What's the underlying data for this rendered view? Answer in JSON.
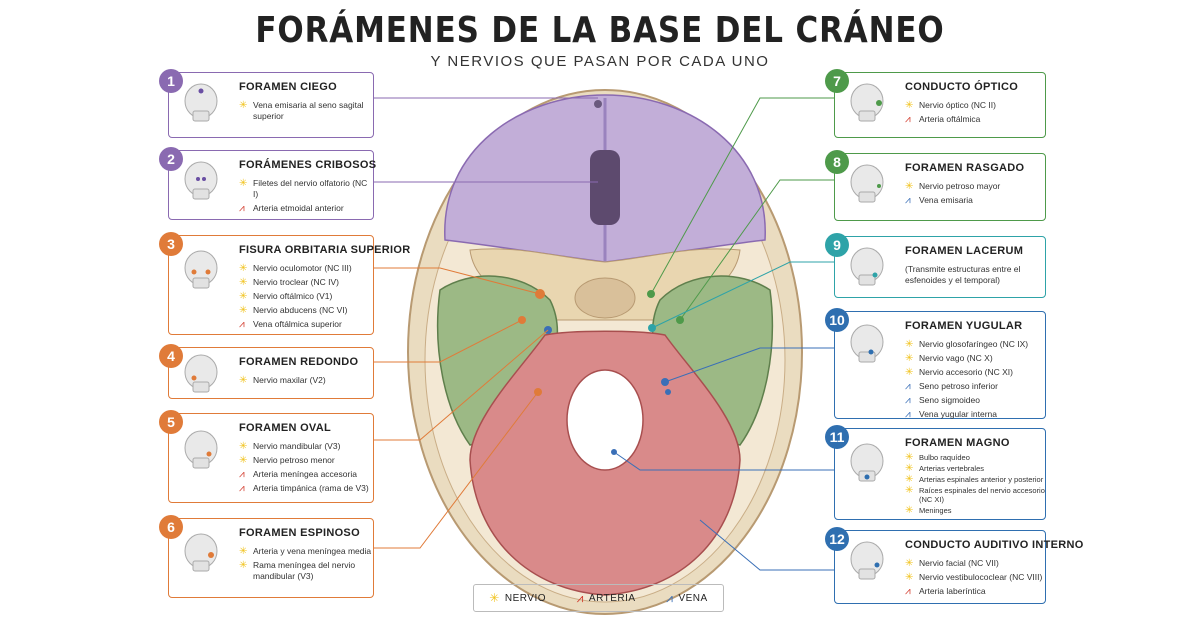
{
  "title": "FORÁMENES DE LA BASE DEL CRÁNEO",
  "subtitle": "Y NERVIOS QUE PASAN POR CADA UNO",
  "colors": {
    "nervio": "#f1c21b",
    "arteria": "#d23a2c",
    "vena": "#3a6fb7"
  },
  "cards": [
    {
      "num": "1",
      "title": "FORAMEN CIEGO",
      "color": "#8a6ab1",
      "items": [
        {
          "type": "nervio",
          "text": "Vena emisaria al seno sagital superior"
        }
      ]
    },
    {
      "num": "2",
      "title": "FORÁMENES CRIBOSOS",
      "color": "#8a6ab1",
      "items": [
        {
          "type": "nervio",
          "text": "Filetes del nervio olfatorio (NC I)"
        },
        {
          "type": "arteria",
          "text": "Arteria etmoidal anterior"
        }
      ]
    },
    {
      "num": "3",
      "title": "FISURA ORBITARIA SUPERIOR",
      "color": "#e07b39",
      "items": [
        {
          "type": "nervio",
          "text": "Nervio oculomotor (NC III)"
        },
        {
          "type": "nervio",
          "text": "Nervio troclear (NC IV)"
        },
        {
          "type": "nervio",
          "text": "Nervio oftálmico (V1)"
        },
        {
          "type": "nervio",
          "text": "Nervio abducens (NC VI)"
        },
        {
          "type": "arteria",
          "text": "Vena oftálmica superior"
        }
      ]
    },
    {
      "num": "4",
      "title": "FORAMEN REDONDO",
      "color": "#e07b39",
      "items": [
        {
          "type": "nervio",
          "text": "Nervio maxilar (V2)"
        }
      ]
    },
    {
      "num": "5",
      "title": "FORAMEN OVAL",
      "color": "#e07b39",
      "items": [
        {
          "type": "nervio",
          "text": "Nervio mandibular (V3)"
        },
        {
          "type": "nervio",
          "text": "Nervio petroso menor"
        },
        {
          "type": "arteria",
          "text": "Arteria meníngea accesoria"
        },
        {
          "type": "arteria",
          "text": "Arteria timpánica (rama de V3)"
        }
      ]
    },
    {
      "num": "6",
      "title": "FORAMEN ESPINOSO",
      "color": "#e07b39",
      "items": [
        {
          "type": "nervio",
          "text": "Arteria y vena meníngea media"
        },
        {
          "type": "nervio",
          "text": "Rama meníngea del nervio mandibular (V3)"
        }
      ]
    },
    {
      "num": "7",
      "title": "CONDUCTO ÓPTICO",
      "color": "#4e9a4a",
      "items": [
        {
          "type": "nervio",
          "text": "Nervio óptico (NC II)"
        },
        {
          "type": "arteria",
          "text": "Arteria oftálmica"
        }
      ]
    },
    {
      "num": "8",
      "title": "FORAMEN RASGADO",
      "color": "#4e9a4a",
      "items": [
        {
          "type": "nervio",
          "text": "Nervio petroso mayor"
        },
        {
          "type": "vena",
          "text": "Vena emisaria"
        }
      ]
    },
    {
      "num": "9",
      "title": "FORAMEN LACERUM",
      "color": "#2ea3a8",
      "items": [
        {
          "type": "none",
          "text": "(Transmite estructuras entre el esfenoides y el temporal)"
        }
      ]
    },
    {
      "num": "10",
      "title": "FORAMEN YUGULAR",
      "color": "#2f6fb0",
      "items": [
        {
          "type": "nervio",
          "text": "Nervio glosofaríngeo (NC IX)"
        },
        {
          "type": "nervio",
          "text": "Nervio vago (NC X)"
        },
        {
          "type": "nervio",
          "text": "Nervio accesorio (NC XI)"
        },
        {
          "type": "vena",
          "text": "Seno petroso inferior"
        },
        {
          "type": "vena",
          "text": "Seno sigmoideo"
        },
        {
          "type": "vena",
          "text": "Vena yugular interna"
        }
      ]
    },
    {
      "num": "11",
      "title": "FORAMEN MAGNO",
      "color": "#2f6fb0",
      "items": [
        {
          "type": "nervio",
          "text": "Bulbo raquídeo"
        },
        {
          "type": "nervio",
          "text": "Arterias vertebrales"
        },
        {
          "type": "nervio",
          "text": "Arterias espinales anterior y posterior"
        },
        {
          "type": "nervio",
          "text": "Raíces espinales del nervio accesorio (NC XI)"
        },
        {
          "type": "nervio",
          "text": "Meninges"
        }
      ]
    },
    {
      "num": "12",
      "title": "CONDUCTO AUDITIVO INTERNO",
      "color": "#2f6fb0",
      "items": [
        {
          "type": "nervio",
          "text": "Nervio facial (NC VII)"
        },
        {
          "type": "nervio",
          "text": "Nervio vestibulococlear (NC VIII)"
        },
        {
          "type": "arteria",
          "text": "Arteria laberíntica"
        }
      ]
    }
  ],
  "legend": {
    "nervio": "NERVIO",
    "arteria": "ARTERIA",
    "vena": "VENA"
  }
}
